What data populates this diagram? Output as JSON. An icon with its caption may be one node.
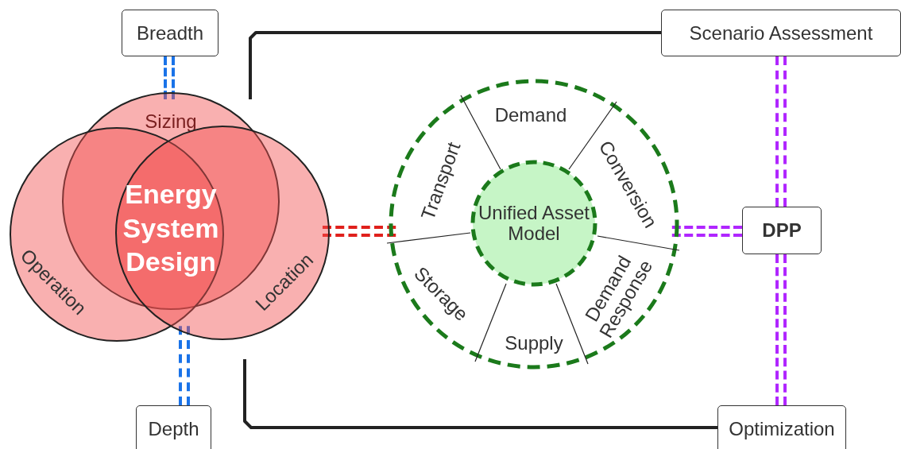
{
  "diagram": {
    "nodes": [
      {
        "text": [
          "Breadth"
        ]
      },
      {
        "text": [
          "Scenario Assessment"
        ]
      },
      {
        "text": [
          "Sizing"
        ]
      },
      {
        "text": [
          "Energy System Design"
        ]
      },
      {
        "text": [
          "Operation"
        ]
      },
      {
        "text": [
          "Location"
        ]
      },
      {
        "text": [
          "Demand",
          "Conversion",
          "Demand Response",
          "Supply",
          "Storage",
          "Transport"
        ]
      },
      {
        "text": [
          "Unified Asset Model"
        ],
        "in": 6
      },
      {
        "text": [
          "DPP"
        ]
      },
      {
        "text": [
          "Depth"
        ]
      },
      {
        "text": [
          "Optimization"
        ]
      }
    ],
    "edges": [
      {
        "from": 0,
        "to": 2,
        "arrow": "none",
        "style": "dashed",
        "color": "#1a73e8"
      },
      {
        "from": 1,
        "to": null,
        "arrow": "none",
        "color": "#222222"
      },
      {
        "from": 5,
        "to": 6,
        "arrow": "none",
        "style": "dashed",
        "color": "#e0201c"
      },
      {
        "from": 6,
        "to": 8,
        "arrow": "none",
        "style": "dashed",
        "color": "#b026ff"
      },
      {
        "from": 1,
        "to": 8,
        "arrow": "none",
        "style": "dashed",
        "color": "#b026ff"
      },
      {
        "from": 8,
        "to": 10,
        "arrow": "none",
        "style": "dashed",
        "color": "#b026ff"
      },
      {
        "from": 5,
        "to": 9,
        "arrow": "none",
        "style": "dashed",
        "color": "#1a73e8"
      },
      {
        "from": 10,
        "to": null,
        "arrow": "none",
        "color": "#222222"
      }
    ]
  }
}
